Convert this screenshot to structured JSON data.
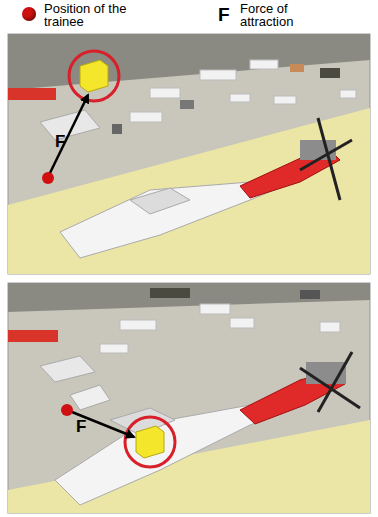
{
  "diagram": {
    "labels": [
      "F",
      "F",
      "F"
    ],
    "legend": [
      {
        "text": "Position of the trainee",
        "color": "#d01010"
      },
      {
        "text": "Force of attraction"
      }
    ]
  }
}
